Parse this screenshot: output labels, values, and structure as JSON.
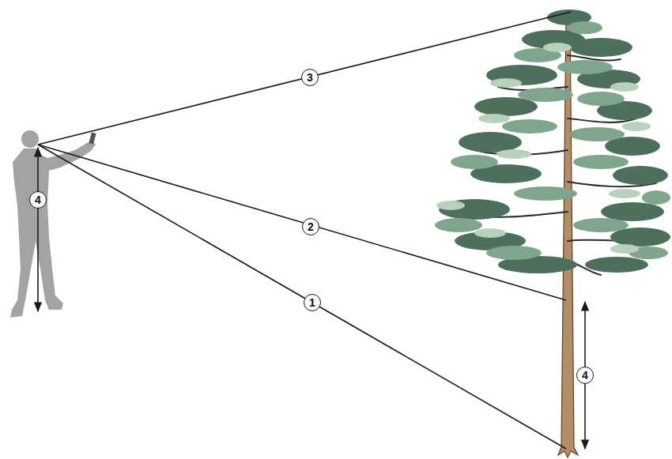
{
  "diagram": {
    "labels": [
      "3",
      "4",
      "2",
      "1",
      "4"
    ]
  }
}
